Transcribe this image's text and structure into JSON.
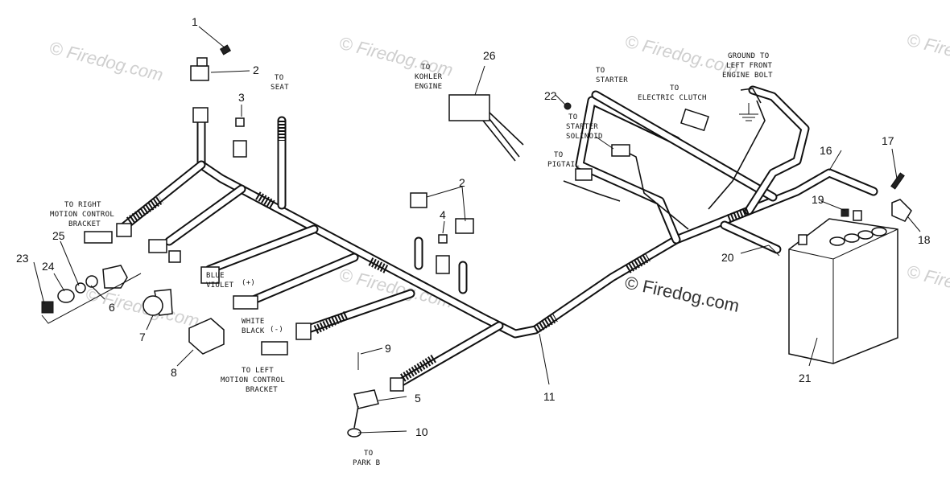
{
  "watermark": {
    "brand": "© Firedog.com",
    "center_mark": "© Firedog.com"
  },
  "callouts": [
    "1",
    "2",
    "2",
    "3",
    "4",
    "5",
    "6",
    "7",
    "8",
    "9",
    "10",
    "11",
    "16",
    "17",
    "18",
    "19",
    "20",
    "21",
    "22",
    "23",
    "24",
    "25",
    "26"
  ],
  "labels": {
    "to_seat": [
      "TO",
      "SEAT"
    ],
    "to_kohler": [
      "TO",
      "KOHLER",
      "ENGINE"
    ],
    "to_starter": [
      "TO",
      "STARTER"
    ],
    "to_clutch": [
      "TO",
      "ELECTRIC CLUTCH"
    ],
    "ground": [
      "GROUND TO",
      "LEFT FRONT",
      "ENGINE BOLT"
    ],
    "to_solenoid": [
      "TO",
      "STARTER",
      "SOLINOID"
    ],
    "to_pigtail": [
      "TO",
      "PIGTAIL"
    ],
    "to_right_motion": [
      "TO RIGHT",
      "MOTION CONTROL",
      "BRACKET"
    ],
    "blue": "BLUE",
    "violet": "VIOLET",
    "plus": "(+)",
    "white": "WHITE",
    "black": "BLACK",
    "minus": "(-)",
    "to_left_motion": [
      "TO LEFT",
      "MOTION CONTROL",
      "BRACKET"
    ],
    "to_park": [
      "TO",
      "PARK B"
    ]
  }
}
